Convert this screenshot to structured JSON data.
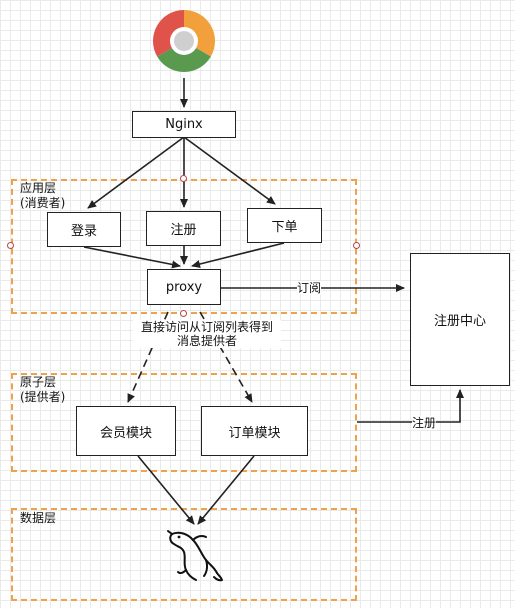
{
  "layers": {
    "application": {
      "name": "应用层",
      "sub": "(消费者)"
    },
    "atomic": {
      "name": "原子层",
      "sub": "(提供者)"
    },
    "data": {
      "name": "数据层"
    }
  },
  "nodes": {
    "nginx": "Nginx",
    "login": "登录",
    "register": "注册",
    "order": "下单",
    "proxy": "proxy",
    "member": "会员模块",
    "order_module": "订单模块",
    "registry": "注册中心"
  },
  "edges": {
    "subscribe": "订阅",
    "direct_line1": "直接访问从订阅列表得到",
    "direct_line2": "消息提供者",
    "register": "注册"
  },
  "icons": {
    "browser": "chrome-icon",
    "database": "mysql-dolphin-icon"
  },
  "colors": {
    "layer_border": "#f0a24a",
    "handle": "#b84747",
    "chrome_red": "#db4437",
    "chrome_yellow": "#f4b400",
    "chrome_green": "#0f9d58",
    "chrome_blue": "#4285f4"
  }
}
